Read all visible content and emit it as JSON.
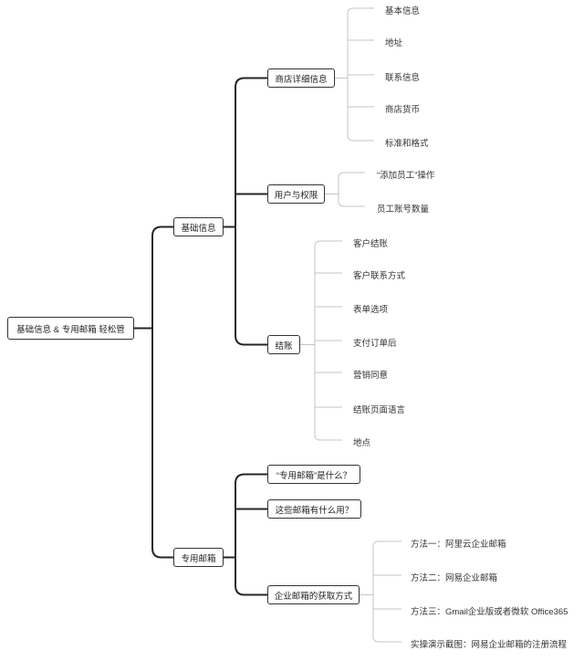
{
  "root": {
    "label": "基础信息 & 专用邮箱 轻松管"
  },
  "branches": [
    {
      "label": "基础信息",
      "children": [
        {
          "label": "商店详细信息",
          "leaves": [
            "基本信息",
            "地址",
            "联系信息",
            "商店货币",
            "标准和格式"
          ]
        },
        {
          "label": "用户与权限",
          "leaves": [
            "“添加员工”操作",
            "员工账号数量"
          ]
        },
        {
          "label": "结账",
          "leaves": [
            "客户结账",
            "客户联系方式",
            "表单选项",
            "支付订单后",
            "营销同意",
            "结账页面语言",
            "地点"
          ]
        }
      ]
    },
    {
      "label": "专用邮箱",
      "children": [
        {
          "label": "“专用邮箱”是什么？",
          "leaves": []
        },
        {
          "label": "这些邮箱有什么用？",
          "leaves": []
        },
        {
          "label": "企业邮箱的获取方式",
          "leaves": [
            "方法一：阿里云企业邮箱",
            "方法二：网易企业邮箱",
            "方法三：Gmail企业版或者微软 Office365",
            "实操演示截图：网易企业邮箱的注册流程"
          ]
        }
      ]
    }
  ],
  "colors": {
    "node_border": "#333333",
    "main_line": "#262626",
    "leaf_line": "#c4c4c4"
  }
}
